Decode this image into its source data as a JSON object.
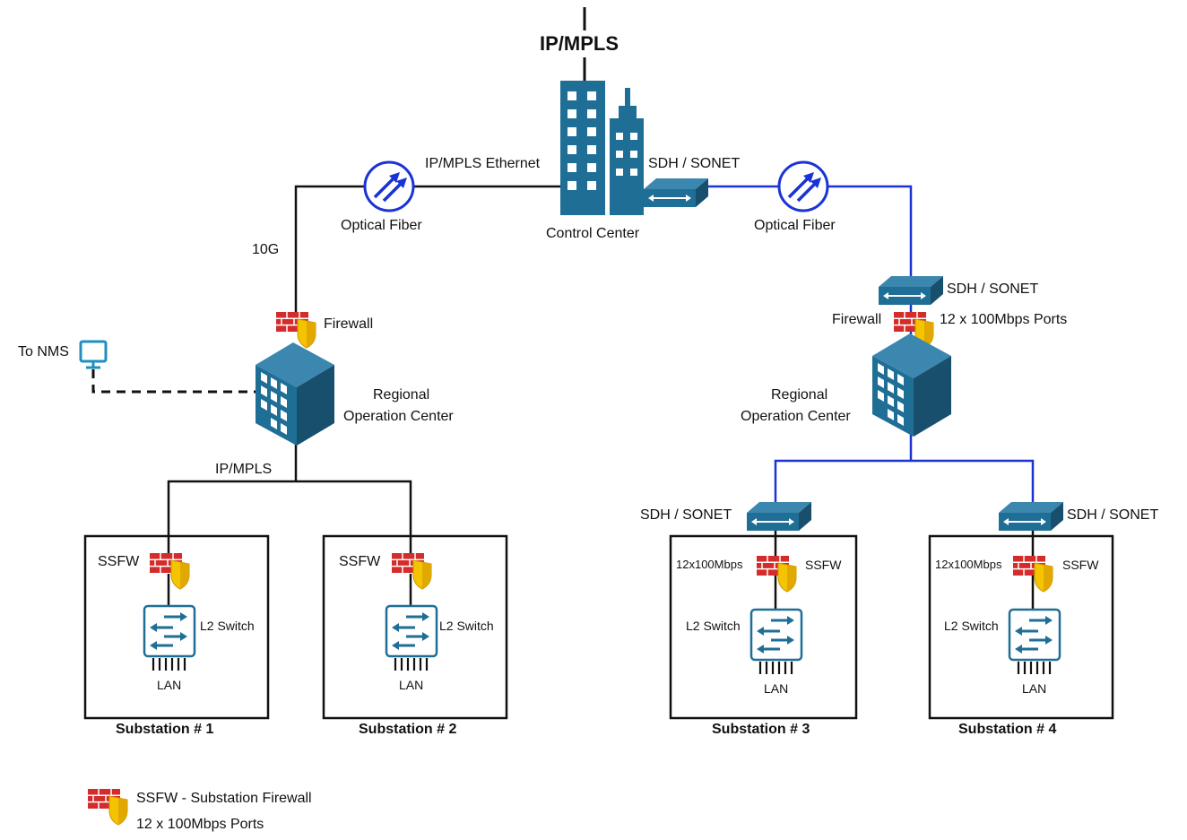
{
  "title": "IP/MPLS",
  "control_center": {
    "label": "Control Center",
    "left_link_label": "IP/MPLS Ethernet",
    "right_link_label": "SDH / SONET"
  },
  "left": {
    "fiber_label": "Optical Fiber",
    "speed_label": "10G",
    "firewall_label": "Firewall",
    "nms_label": "To NMS",
    "roc_label_1": "Regional",
    "roc_label_2": "Operation Center",
    "bus_label": "IP/MPLS"
  },
  "right": {
    "fiber_label": "Optical Fiber",
    "sdh_label": "SDH / SONET",
    "firewall_label": "Firewall",
    "ports_label": "12 x 100Mbps Ports",
    "roc_label_1": "Regional",
    "roc_label_2": "Operation Center"
  },
  "substations": [
    {
      "name": "Substation # 1",
      "ssfw": "SSFW",
      "switch": "L2 Switch",
      "lan": "LAN"
    },
    {
      "name": "Substation # 2",
      "ssfw": "SSFW",
      "switch": "L2 Switch",
      "lan": "LAN"
    },
    {
      "name": "Substation # 3",
      "ssfw": "SSFW",
      "switch": "L2 Switch",
      "lan": "LAN",
      "sdh": "SDH / SONET",
      "ports": "12x100Mbps"
    },
    {
      "name": "Substation # 4",
      "ssfw": "SSFW",
      "switch": "L2 Switch",
      "lan": "LAN",
      "sdh": "SDH / SONET",
      "ports": "12x100Mbps"
    }
  ],
  "legend": {
    "line1": "SSFW - Substation Firewall",
    "line2": "12 x 100Mbps Ports"
  },
  "colors": {
    "device_blue": "#1f6e96",
    "link_black": "#111111",
    "link_blue": "#1a33d6",
    "firewall_red": "#d42b2b",
    "shield_yellow": "#f5c400"
  }
}
